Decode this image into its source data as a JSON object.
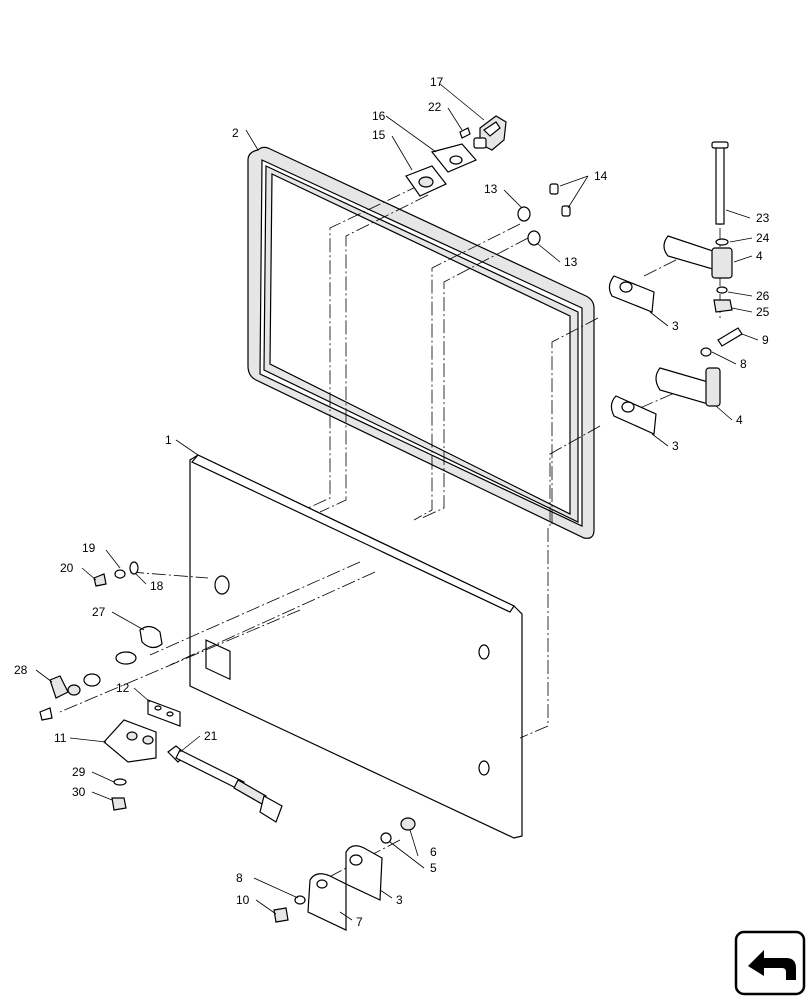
{
  "diagram": {
    "callouts": [
      {
        "id": "c1",
        "text": "1"
      },
      {
        "id": "c2",
        "text": "2"
      },
      {
        "id": "c3a",
        "text": "3"
      },
      {
        "id": "c3b",
        "text": "3"
      },
      {
        "id": "c3c",
        "text": "3"
      },
      {
        "id": "c4a",
        "text": "4"
      },
      {
        "id": "c4b",
        "text": "4"
      },
      {
        "id": "c5",
        "text": "5"
      },
      {
        "id": "c6",
        "text": "6"
      },
      {
        "id": "c7",
        "text": "7"
      },
      {
        "id": "c8a",
        "text": "8"
      },
      {
        "id": "c8b",
        "text": "8"
      },
      {
        "id": "c9",
        "text": "9"
      },
      {
        "id": "c10",
        "text": "10"
      },
      {
        "id": "c11",
        "text": "11"
      },
      {
        "id": "c12",
        "text": "12"
      },
      {
        "id": "c13a",
        "text": "13"
      },
      {
        "id": "c13b",
        "text": "13"
      },
      {
        "id": "c14",
        "text": "14"
      },
      {
        "id": "c15",
        "text": "15"
      },
      {
        "id": "c16",
        "text": "16"
      },
      {
        "id": "c17",
        "text": "17"
      },
      {
        "id": "c18",
        "text": "18"
      },
      {
        "id": "c19",
        "text": "19"
      },
      {
        "id": "c20",
        "text": "20"
      },
      {
        "id": "c21",
        "text": "21"
      },
      {
        "id": "c22",
        "text": "22"
      },
      {
        "id": "c23",
        "text": "23"
      },
      {
        "id": "c24",
        "text": "24"
      },
      {
        "id": "c25",
        "text": "25"
      },
      {
        "id": "c26",
        "text": "26"
      },
      {
        "id": "c27",
        "text": "27"
      },
      {
        "id": "c28",
        "text": "28"
      },
      {
        "id": "c29",
        "text": "29"
      },
      {
        "id": "c30",
        "text": "30"
      }
    ],
    "nav_icon": "next-page-arrow-icon"
  }
}
